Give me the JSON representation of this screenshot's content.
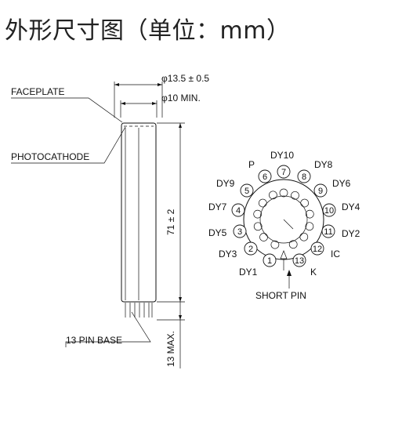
{
  "title": "外形尺寸图（单位：mm）",
  "labels": {
    "faceplate": "FACEPLATE",
    "photocathode": "PHOTOCATHODE",
    "pin_base": "13 PIN BASE",
    "diameter_outer": "φ13.5 ± 0.5",
    "diameter_min": "φ10 MIN.",
    "length": "71 ± 2",
    "base_max": "13 MAX.",
    "short_pin": "SHORT PIN"
  },
  "pins": [
    {
      "num": "1",
      "name": "DY1"
    },
    {
      "num": "2",
      "name": "DY3"
    },
    {
      "num": "3",
      "name": "DY5"
    },
    {
      "num": "4",
      "name": "DY7"
    },
    {
      "num": "5",
      "name": "DY9"
    },
    {
      "num": "6",
      "name": "P"
    },
    {
      "num": "7",
      "name": "DY10"
    },
    {
      "num": "8",
      "name": "DY8"
    },
    {
      "num": "9",
      "name": "DY6"
    },
    {
      "num": "10",
      "name": "DY4"
    },
    {
      "num": "11",
      "name": "DY2"
    },
    {
      "num": "12",
      "name": "IC"
    },
    {
      "num": "13",
      "name": "K"
    }
  ],
  "colors": {
    "line": "#111111",
    "title": "#222222"
  }
}
